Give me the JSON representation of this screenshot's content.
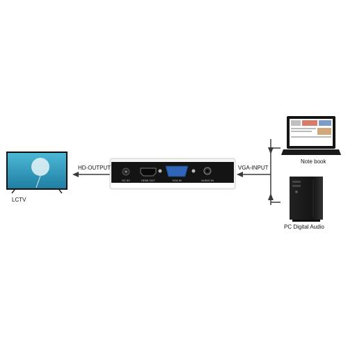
{
  "devices": {
    "tv": {
      "label": "LCTV"
    },
    "notebook": {
      "label": "Note book"
    },
    "pc": {
      "label": "PC Digital Audio"
    }
  },
  "connections": {
    "output_label": "HD-OUTPUT",
    "input_label": "VGA-INPUT"
  },
  "converter": {
    "ports": {
      "dc": "DC 5V",
      "hdmi": "HDMI OUT",
      "vga": "VGA IN",
      "audio": "AUDIO IN"
    }
  },
  "colors": {
    "line": "#3a3a3a",
    "device_body": "#1a1a1a",
    "housing": "#f4f4f4",
    "vga_port": "#2f66b8",
    "sky": "#3aa7c6"
  }
}
